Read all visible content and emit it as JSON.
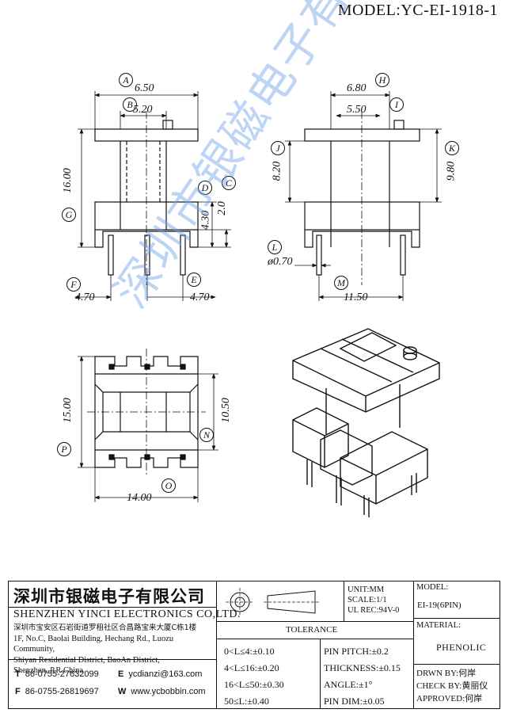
{
  "model_label": "MODEL:YC-EI-1918-1",
  "dimensions": {
    "A": "A",
    "B": "B",
    "C": "C",
    "D": "D",
    "E": "E",
    "F": "F",
    "G": "G",
    "H": "H",
    "I": "I",
    "J": "J",
    "K": "K",
    "L": "L",
    "M": "M",
    "N": "N",
    "O": "O",
    "P": "P",
    "a_val": "6.50",
    "b_val": "5.20",
    "g_val": "16.00",
    "d_val": "4.30",
    "c_val": "2.0",
    "f_val": "4.70",
    "e_val": "4.70",
    "h_val": "6.80",
    "i_val": "5.50",
    "j_val": "8.20",
    "k_val": "9.80",
    "l_val": "ø0.70",
    "m_val": "11.50",
    "p_val": "15.00",
    "n_val": "10.50",
    "o_val": "14.00"
  },
  "watermark": "深圳市银磁电子有限公司",
  "title_block": {
    "company_cn": "深圳市银磁电子有限公司",
    "company_en": "SHENZHEN YINCI ELECTRONICS CO,LTD.",
    "address_cn": "深圳市宝安区石岩街道罗租社区合昌路宝来大厦C栋1楼",
    "address_en_1": "1F, No.C, Baolai Building, Hechang Rd., Luozu Community,",
    "address_en_2": "Shiyan Residential District, BaoAn District,",
    "address_en_3": "Shenzhen, P.R.China",
    "tel_label": "T",
    "tel": "86-0755-27632099",
    "fax_label": "F",
    "fax": "86-0755-26819697",
    "email_label": "E",
    "email": "ycdianzi@163.com",
    "web_label": "W",
    "web": "www.ycbobbin.com",
    "unit": "UNIT:MM",
    "scale": "SCALE:1/1",
    "ul": "UL REC:94V-0",
    "model_title": "MODEL:",
    "model_value": "EI-19(6PIN)",
    "tolerance_title": "TOLERANCE",
    "tol_1": "0<L≤4:±0.10",
    "tol_2": "4<L≤16:±0.20",
    "tol_3": "16<L≤50:±0.30",
    "tol_4": "50≤L:±0.40",
    "tol_5": "PIN PITCH:±0.2",
    "tol_6": "THICKNESS:±0.15",
    "tol_7": "ANGLE:±1°",
    "tol_8": "PIN DIM:±0.05",
    "material_title": "MATERIAL:",
    "material_value": "PHENOLIC",
    "drawn": "DRWN BY:何岸",
    "check": "CHECK BY:黄丽仪",
    "approved": "APPROVED:何岸"
  }
}
